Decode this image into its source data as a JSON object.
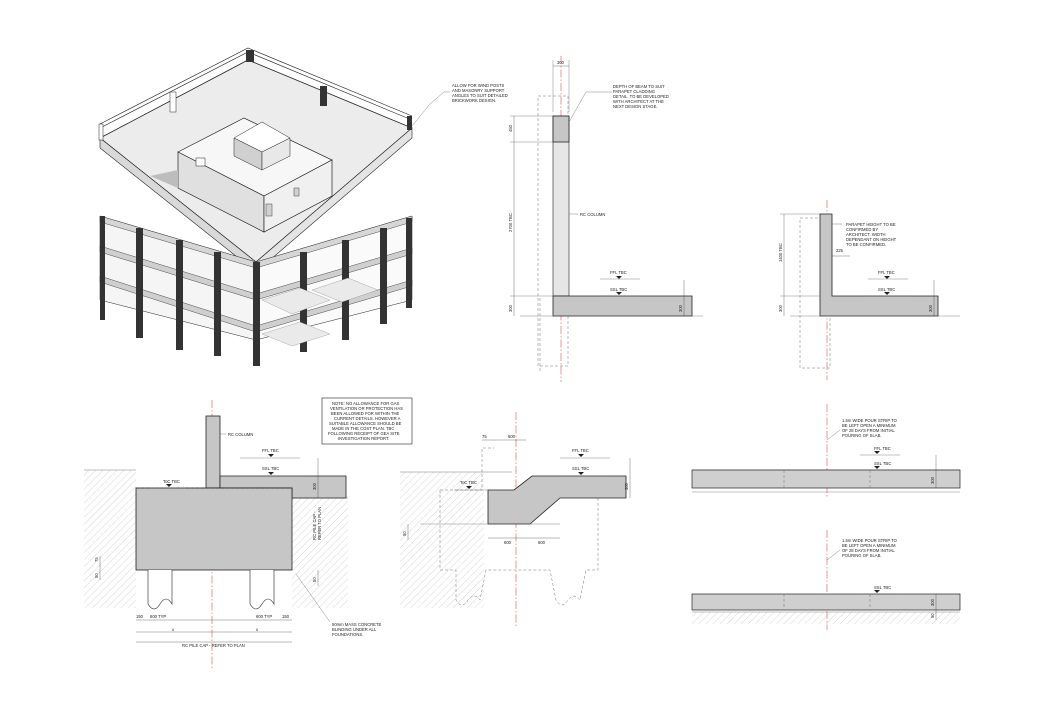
{
  "notes": {
    "wind_posts": [
      "ALLOW FOR WIND POSTS",
      "AND MASONRY SUPPORT",
      "ANGLES TO SUIT DETAILED",
      "BRICKWORK DESIGN."
    ],
    "beam_depth": [
      "DEPTH OF BEAM TO SUIT",
      "PARAPET CLADDING",
      "DETAIL. TO BE DEVELOPED",
      "WITH ARCHITECT AT THE",
      "NEXT DESIGN STAGE."
    ],
    "parapet_height": [
      "PARAPET HEIGHT TO BE",
      "CONFIRMED BY",
      "ARCHITECT. WIDTH",
      "DEPENDANT ON HEIGHT",
      "TO BE CONFIRMED."
    ],
    "gas": [
      "NOTE: NO ALLOWANCE FOR GAS",
      "VENTILATION OR PROTECTION HAS",
      "BEEN ALLOWED FOR WITHIN THE",
      "CURRENT DETAILS. HOWEVER A",
      "SUITABLE ALLOWANCE SHOULD BE",
      "MADE IN THE COST PLAN. TBC",
      "FOLLOWING RECEIPT OF GEA SITE",
      "INVESTIGATION REPORT."
    ],
    "blinding": [
      "50mm MASS CONCRETE",
      "BLINDING UNDER ALL",
      "FOUNDATIONS."
    ],
    "pour_strip_1": [
      "1.5m WIDE POUR STRIP TO",
      "BE LEFT OPEN A MINIMUM",
      "OF 28 DAYS FROM INITIAL",
      "POURING OF SLAB."
    ],
    "pour_strip_2": [
      "1.5m WIDE POUR STRIP TO",
      "BE LEFT OPEN A MINIMUM",
      "OF 28 DAYS FROM INITIAL",
      "POURING OF SLAB."
    ]
  },
  "labels": {
    "rc_column": "RC COLUMN",
    "ffl": "FFL TBC",
    "ssl": "SSL TBC",
    "toc": "ToC TBC",
    "tbc": "TBC",
    "pile_cap_side": [
      "RC PILE CAP -",
      "REFER TO PLAN"
    ],
    "pile_cap_bottom": "RC PILE CAP - REFER TO PLAN"
  },
  "dimensions": {
    "d300": "300",
    "d450": "450",
    "d2700": "2700 TBC",
    "d1400": "1400 TBC",
    "d225": "225",
    "d600": "600",
    "d600typ": "600 TYP",
    "d150": "150",
    "d75": "75",
    "d50": "50",
    "x": "x"
  }
}
